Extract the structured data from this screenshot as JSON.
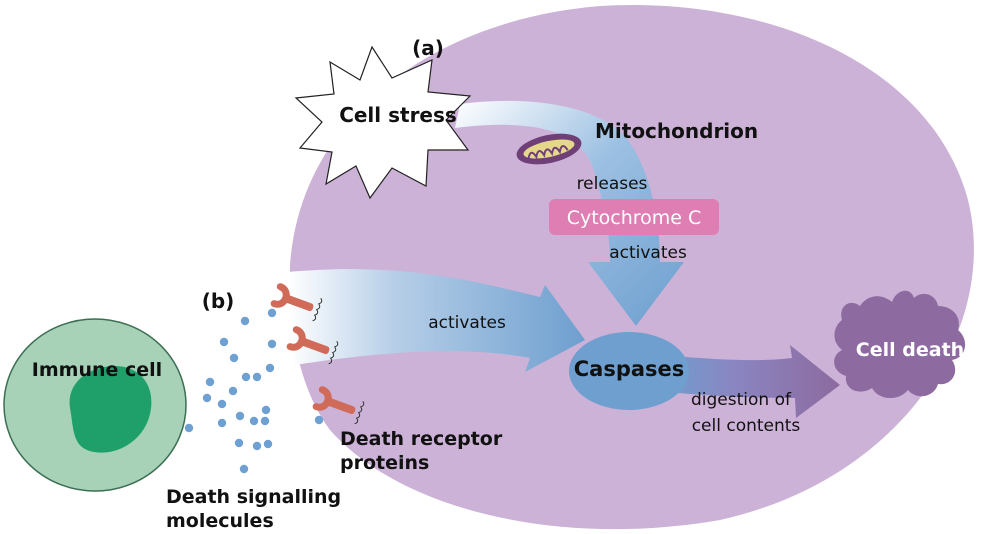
{
  "labels": {
    "part_a": "(a)",
    "part_b": "(b)",
    "cell_stress": "Cell stress",
    "mitochondrion": "Mitochondrion",
    "releases": "releases",
    "cytochrome_c": "Cytochrome C",
    "activates_top": "activates",
    "activates_left": "activates",
    "caspases": "Caspases",
    "digestion_line1": "digestion of",
    "digestion_line2": "cell contents",
    "cell_death": "Cell death",
    "immune_cell": "Immune cell",
    "receptor_line1": "Death receptor",
    "receptor_line2": "proteins",
    "signal_line1": "Death signalling",
    "signal_line2": "molecules"
  },
  "colors": {
    "cell_body": "#cdb2d8",
    "immune_cell": "#a7d2b8",
    "immune_nucleus": "#1fa06a",
    "pathway_arrow": "#6e9fcf",
    "caspases": "#6e9fcf",
    "cytochrome_box": "#de7eb2",
    "cell_death": "#8d6a9f",
    "receptor": "#cf6b58",
    "signal_molecule": "#6fa0d2",
    "mitochondrion": "#6f3f78"
  },
  "icons": {
    "burst": "cell-stress-burst-icon",
    "mitochondrion": "mitochondrion-icon",
    "receptor": "death-receptor-icon",
    "molecule": "signal-molecule-icon",
    "cell_death": "cell-death-blob-icon"
  }
}
